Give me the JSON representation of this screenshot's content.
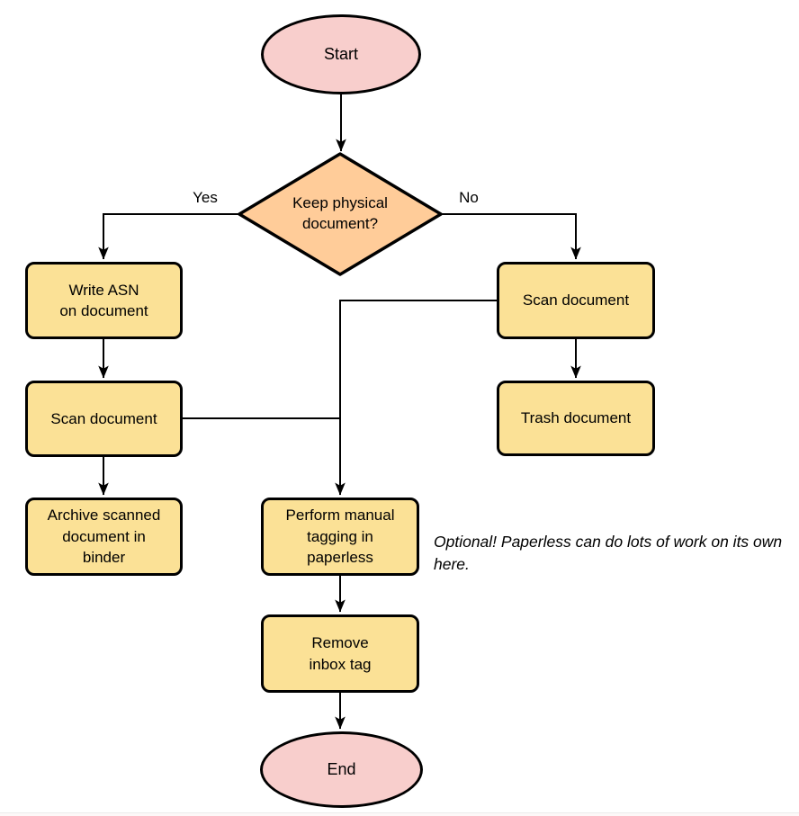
{
  "colors": {
    "background": "#FFFFFF",
    "terminal_fill": "#F8CECC",
    "decision_fill": "#FFCC99",
    "process_fill": "#FBE196",
    "stroke": "#000000"
  },
  "nodes": {
    "start": {
      "label": "Start"
    },
    "decision": {
      "lines": [
        "Keep physical",
        "document?"
      ]
    },
    "write_asn": {
      "lines": [
        "Write ASN",
        "on document"
      ]
    },
    "scan_left": {
      "label": "Scan document"
    },
    "archive": {
      "lines": [
        "Archive scanned",
        "document in",
        "binder"
      ]
    },
    "scan_right": {
      "label": "Scan document"
    },
    "trash": {
      "label": "Trash document"
    },
    "perform_tagging": {
      "lines": [
        "Perform manual",
        "tagging in",
        "paperless"
      ]
    },
    "remove_inbox_tag": {
      "lines": [
        "Remove",
        "inbox tag"
      ]
    },
    "end": {
      "label": "End"
    }
  },
  "edge_labels": {
    "yes": "Yes",
    "no": "No"
  },
  "note": "Optional! Paperless can do lots of work on its own here."
}
